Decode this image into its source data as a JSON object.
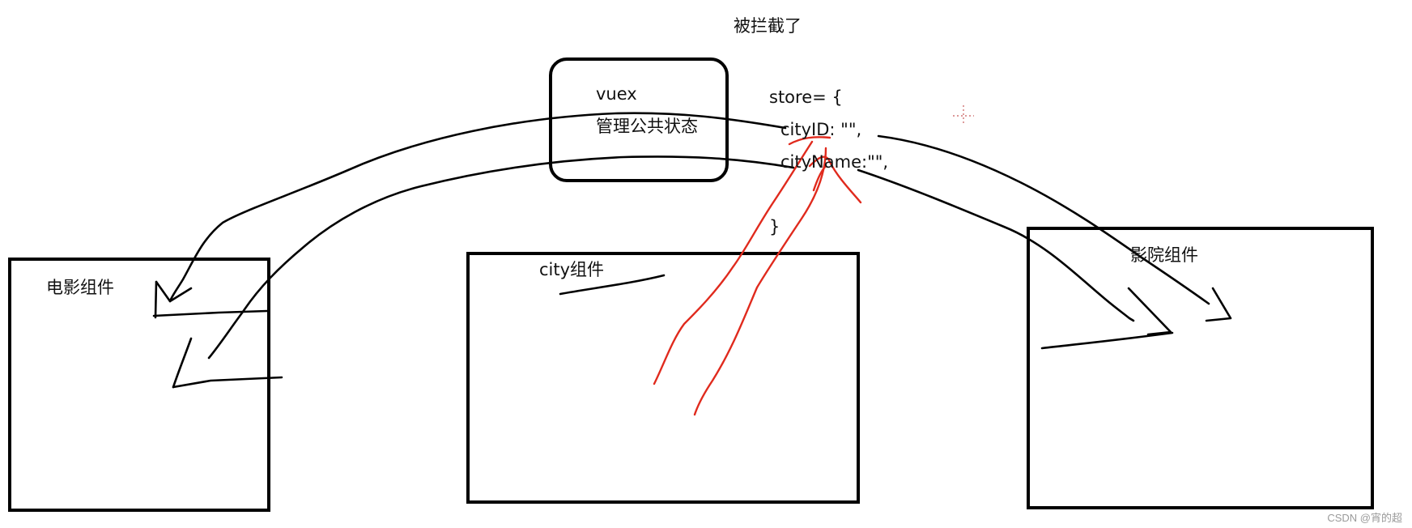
{
  "title": "被拦截了",
  "vuex_box": {
    "name": "vuex",
    "desc": "管理公共状态"
  },
  "store": {
    "open": "store= {",
    "line1": "cityID: \"\",",
    "line2": "cityName:\"\",",
    "close": "}"
  },
  "components": {
    "movie": "电影组件",
    "city": "city组件",
    "cinema": "影院组件"
  },
  "watermark": "CSDN @宵的超",
  "colors": {
    "ink": "#000000",
    "intercept": "#e02a1d"
  }
}
